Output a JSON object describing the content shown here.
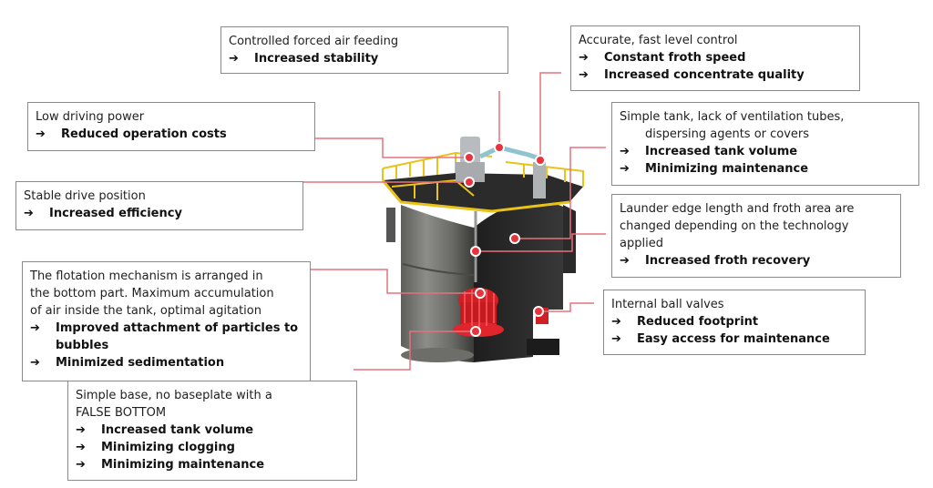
{
  "diagram": {
    "subject": "Flotation cell (cutaway view)",
    "accent_color": "#e8323c",
    "leader_color": "#e8707a",
    "benefit_icon": "right-arrow-icon",
    "arrow_glyph": "➔"
  },
  "callouts": [
    {
      "id": "air-feeding",
      "description": [
        "Controlled forced air feeding"
      ],
      "benefits": [
        "Increased stability"
      ]
    },
    {
      "id": "level-control",
      "description": [
        "Accurate, fast level control"
      ],
      "benefits": [
        "Constant froth speed",
        "Increased concentrate quality"
      ]
    },
    {
      "id": "driving-power",
      "description": [
        "Low driving power"
      ],
      "benefits": [
        "Reduced operation costs"
      ]
    },
    {
      "id": "simple-tank",
      "description": [
        "Simple tank, lack of ventilation tubes,",
        "dispersing agents or covers"
      ],
      "benefits": [
        "Increased tank volume",
        "Minimizing maintenance"
      ]
    },
    {
      "id": "drive-position",
      "description": [
        "Stable drive position"
      ],
      "benefits": [
        "Increased efficiency"
      ]
    },
    {
      "id": "launder-edge",
      "description": [
        "Launder edge length and froth area are",
        "changed depending on the technology",
        "applied"
      ],
      "benefits": [
        "Increased froth recovery"
      ]
    },
    {
      "id": "flotation-mechanism",
      "description": [
        "The flotation mechanism is arranged in",
        "the bottom part. Maximum accumulation",
        "of air inside the tank, optimal agitation"
      ],
      "benefits": [
        "Improved attachment of particles to bubbles",
        "Minimized sedimentation"
      ]
    },
    {
      "id": "ball-valves",
      "description": [
        "Internal ball valves"
      ],
      "benefits": [
        "Reduced footprint",
        "Easy access for maintenance"
      ]
    },
    {
      "id": "simple-base",
      "description": [
        "Simple base, no baseplate with a",
        "FALSE BOTTOM"
      ],
      "benefits": [
        "Increased tank volume",
        "Minimizing clogging",
        "Minimizing maintenance"
      ]
    }
  ]
}
